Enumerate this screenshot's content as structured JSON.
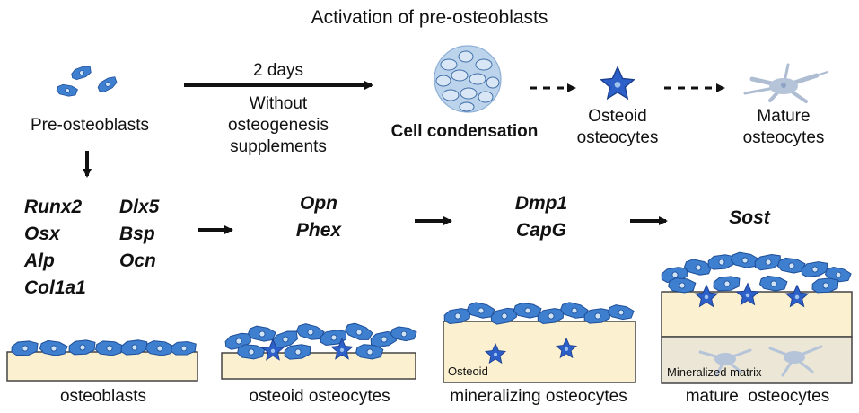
{
  "title": "Activation of pre-osteoblasts",
  "top_row": {
    "pre_osteoblasts": "Pre-osteoblasts",
    "arrow_days": "2 days",
    "arrow_note": [
      "Without",
      "osteogenesis",
      "supplements"
    ],
    "cell_condensation": "Cell condensation",
    "osteoid_osteocytes": [
      "Osteoid",
      "osteocytes"
    ],
    "mature_osteocytes": [
      "Mature",
      "osteocytes"
    ]
  },
  "markers": {
    "osteoblast_col1": [
      "Runx2",
      "Osx",
      "Alp",
      "Col1a1"
    ],
    "osteoblast_col2": [
      "Dlx5",
      "Bsp",
      "Ocn"
    ],
    "osteoid": [
      "Opn",
      "Phex"
    ],
    "mineralizing": [
      "Dmp1",
      "CapG"
    ],
    "mature": [
      "Sost"
    ]
  },
  "stages": {
    "osteoblasts": "osteoblasts",
    "osteoid_osteocytes": "osteoid osteocytes",
    "mineralizing_osteocytes": "mineralizing osteocytes",
    "mature_osteocytes": "mature  osteocytes"
  },
  "matrix_labels": {
    "osteoid": "Osteoid",
    "mineralized": "Mineralized matrix"
  },
  "colors": {
    "cell_blue": "#3f7fd0",
    "cell_dark": "#1e4f98",
    "nucleus": "#cfe3f7",
    "matrix": "#fbf0cf",
    "osteocyte_star": "#2d5fc8",
    "mature_cell": "#b5c4d8"
  }
}
